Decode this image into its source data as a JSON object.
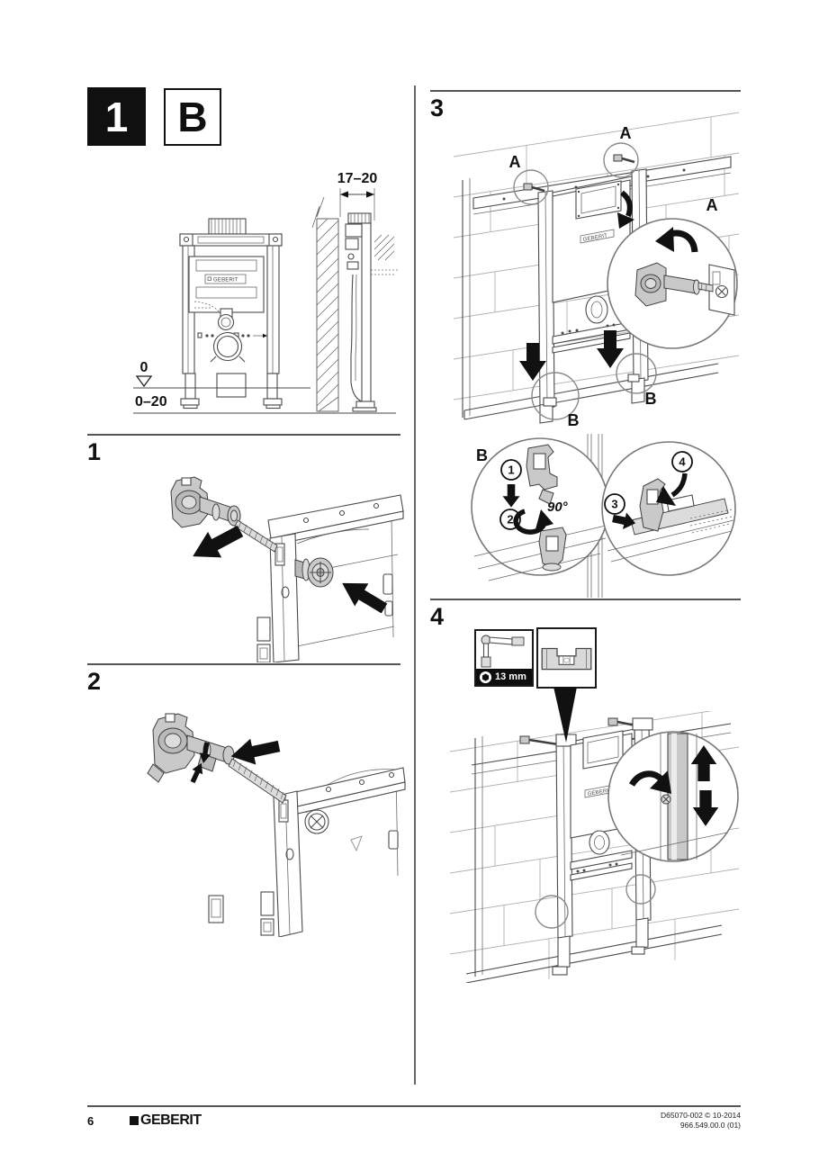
{
  "badges": {
    "step": "1",
    "variant": "B"
  },
  "common": {
    "cistern_label": "GEBERIT"
  },
  "overview": {
    "dim_wall": "17–20",
    "level_zero": "0",
    "level_floor": "0–20"
  },
  "sections": {
    "s1": {
      "number": "1"
    },
    "s2": {
      "number": "2"
    },
    "s3": {
      "number": "3",
      "label_a": "A",
      "label_b": "B",
      "detail": {
        "label": "B",
        "step1": "1",
        "step2": "2",
        "step3": "3",
        "step4": "4",
        "angle": "90°"
      }
    },
    "s4": {
      "number": "4",
      "tool_size": "13 mm"
    }
  },
  "footer": {
    "page_number": "6",
    "brand": "GEBERIT",
    "ref_line1": "D65070-002 © 10-2014",
    "ref_line2": "966.549.00.0 (01)"
  }
}
